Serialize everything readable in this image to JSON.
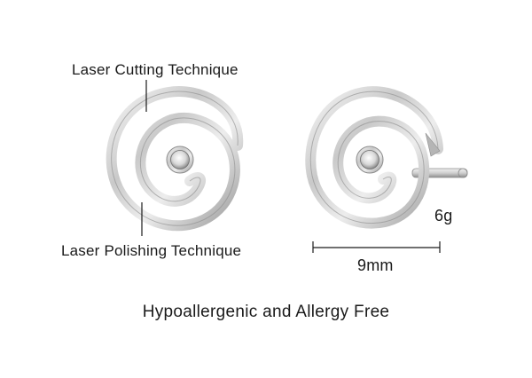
{
  "annotations": {
    "cutting_label": "Laser Cutting Technique",
    "polishing_label": "Laser Polishing Technique"
  },
  "specs": {
    "weight": "6g",
    "size": "9mm"
  },
  "caption": "Hypoallergenic and Allergy Free",
  "colors": {
    "metal_dark": "#8c8c8c",
    "metal_light": "#f4f4f4",
    "background": "#ffffff",
    "text": "#1a1a1a"
  }
}
